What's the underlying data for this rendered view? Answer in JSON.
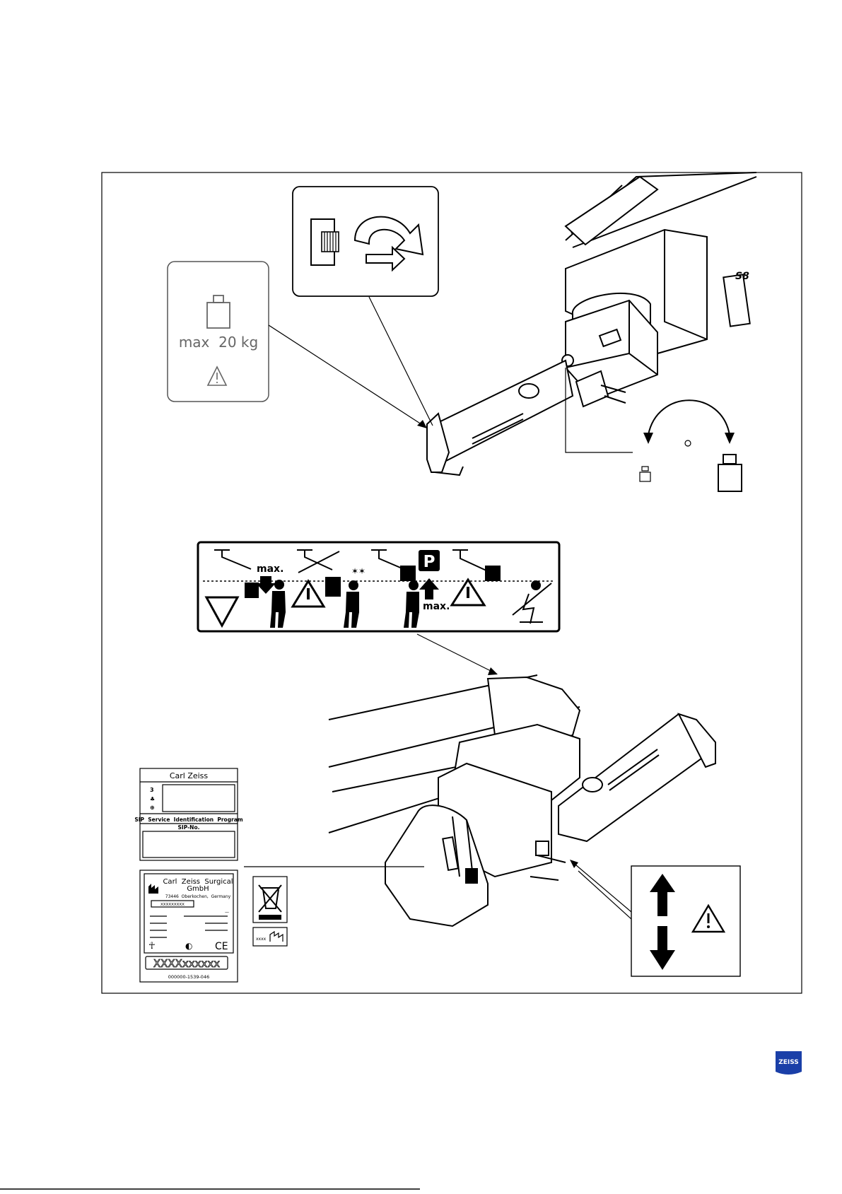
{
  "weight_label": {
    "text": "max  20 kg"
  },
  "safety_label": {
    "max_top": "max.",
    "max_bottom": "max.",
    "parking_letter": "P"
  },
  "model_plate": {
    "manufacturer": "Carl Zeiss",
    "sip_title": "SIP  Service  Identification  Program",
    "sip_no": "SIP-No."
  },
  "rating_plate": {
    "company_line1": "Carl  Zeiss  Surgical",
    "company_line2": "GmbH",
    "address": "73446  Oberkochen,  Germany",
    "part_placeholder": "XXXXXXXXX",
    "serial_box": "XXXXxxxxxx",
    "order_number": "000000-1539-046",
    "ce_mark": "CE"
  },
  "date_symbol_code": "xxxx",
  "display_model": "S8",
  "logo_text": "ZEISS",
  "colors": {
    "logo_blue": "#1a3fa8",
    "line": "#000000"
  },
  "icons": [
    "weight-icon",
    "warning-triangle-icon",
    "knob-icon",
    "rotate-arrow-icon",
    "arrow-up-icon",
    "arrow-down-icon",
    "waste-bin-icon",
    "manufacture-date-icon",
    "person-icon",
    "parking-icon"
  ]
}
